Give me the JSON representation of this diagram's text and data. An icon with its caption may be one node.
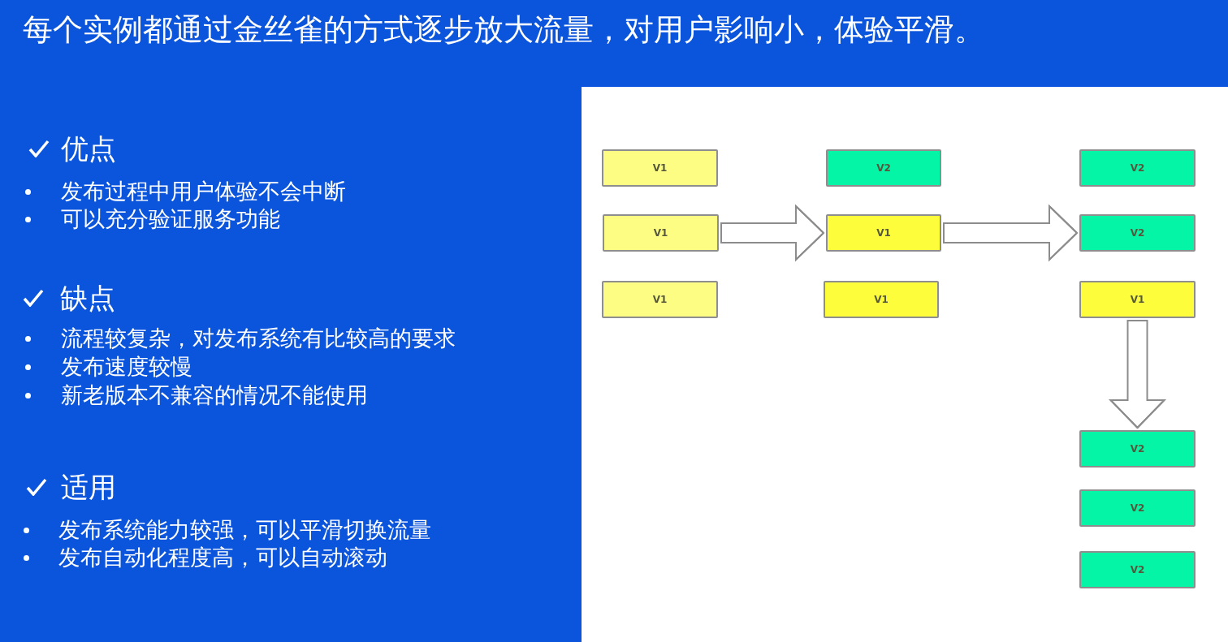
{
  "diagram": {
    "title": "每个实例都通过金丝雀的方式逐步放大流量，对用户影响小，体验平滑。",
    "nodes": [
      {
        "text": [
          "V1"
        ]
      },
      {
        "text": [
          "V1"
        ]
      },
      {
        "text": [
          "V1"
        ]
      },
      {
        "text": [
          "V2"
        ]
      },
      {
        "text": [
          "V1"
        ]
      },
      {
        "text": [
          "V1"
        ]
      },
      {
        "text": [
          "V2"
        ]
      },
      {
        "text": [
          "V2"
        ]
      },
      {
        "text": [
          "V1"
        ]
      },
      {
        "text": [
          "V2"
        ]
      },
      {
        "text": [
          "V2"
        ]
      },
      {
        "text": [
          "V2"
        ]
      }
    ],
    "edges": [
      {
        "from": 1,
        "to": 4,
        "arrow": "to"
      },
      {
        "from": 4,
        "to": 7,
        "arrow": "to"
      },
      {
        "from": 8,
        "to": 9,
        "arrow": "to"
      }
    ],
    "labels": [
      "优点",
      "发布过程中用户体验不会中断",
      "可以充分验证服务功能",
      "缺点",
      "流程较复杂，对发布系统有比较高的要求",
      "发布速度较慢",
      "新老版本不兼容的情况不能使用",
      "适用",
      "发布系统能力较强，可以平滑切换流量",
      "发布自动化程度高，可以自动滚动"
    ]
  }
}
